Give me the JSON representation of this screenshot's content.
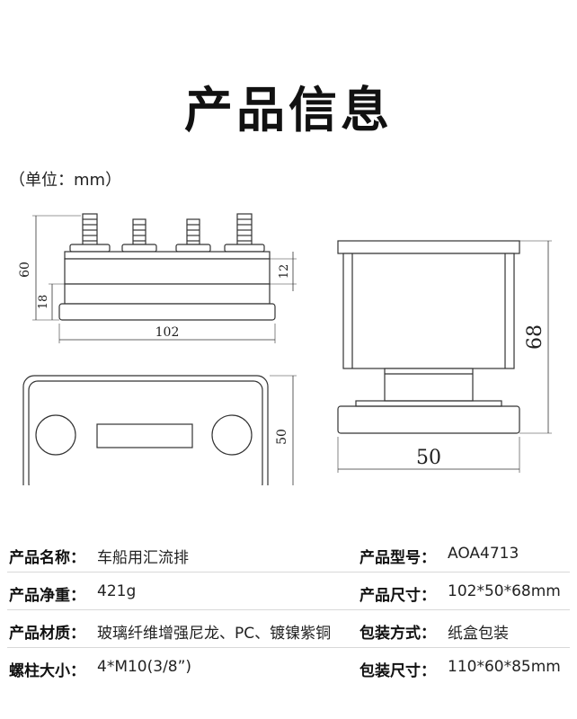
{
  "title": "产品信息",
  "unit_note": "（单位：mm）",
  "dimensions": {
    "front_height": "60",
    "front_top": "12",
    "front_base": "18",
    "front_width": "102",
    "top_depth": "50",
    "side_height": "68",
    "side_width": "50"
  },
  "specs": [
    {
      "label": "产品名称：",
      "value": "车船用汇流排"
    },
    {
      "label": "产品型号：",
      "value": "AOA4713"
    },
    {
      "label": "产品净重：",
      "value": "421g"
    },
    {
      "label": "产品尺寸：",
      "value": "102*50*68mm"
    },
    {
      "label": "产品材质：",
      "value": "玻璃纤维增强尼龙、PC、镀镍紫铜"
    },
    {
      "label": "包装方式：",
      "value": "纸盒包装"
    },
    {
      "label": "螺柱大小：",
      "value": "4*M10(3/8”)"
    },
    {
      "label": "包装尺寸：",
      "value": "110*60*85mm"
    }
  ]
}
